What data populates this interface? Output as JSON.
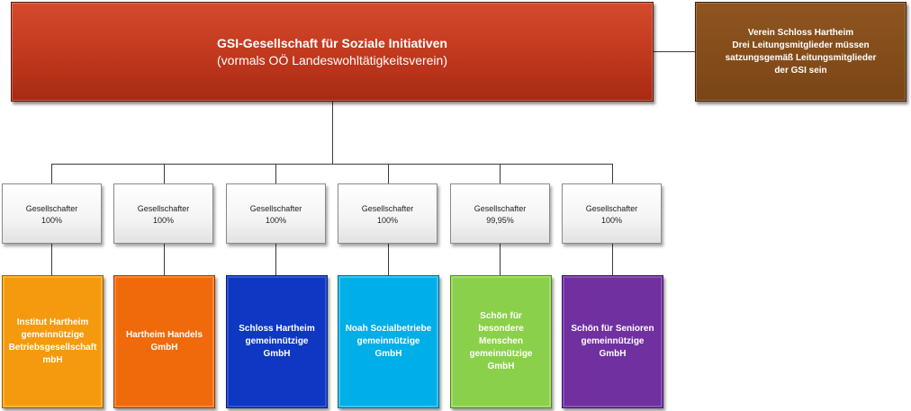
{
  "root": {
    "title": "GSI-Gesellschaft für Soziale Initiativen",
    "subtitle": "(vormals OÖ Landeswohltätigkeitsverein)"
  },
  "side_note": {
    "lines": [
      "Verein Schloss Hartheim",
      "Drei Leitungsmitglieder müssen",
      "satzungsgemäß Leitungsmitglieder",
      "der GSI sein"
    ]
  },
  "shares": [
    {
      "label": "Gesellschafter",
      "value": "100%"
    },
    {
      "label": "Gesellschafter",
      "value": "100%"
    },
    {
      "label": "Gesellschafter",
      "value": "100%"
    },
    {
      "label": "Gesellschafter",
      "value": "100%"
    },
    {
      "label": "Gesellschafter",
      "value": "99,95%"
    },
    {
      "label": "Gesellschafter",
      "value": "100%"
    }
  ],
  "companies": [
    {
      "name": "Institut Hartheim gemeinnützige Betriebsgesellschaft mbH",
      "color": "#f59a0e"
    },
    {
      "name": "Hartheim Handels GmbH",
      "color": "#f06a0c"
    },
    {
      "name": "Schloss Hartheim gemeinnützige GmbH",
      "color": "#0e37c2"
    },
    {
      "name": "Noah Sozialbetriebe gemeinnützige GmbH",
      "color": "#00aee8"
    },
    {
      "name": "Schön für besondere Menschen gemeinnützige GmbH",
      "color": "#8bd04a"
    },
    {
      "name": "Schön für Senioren gemeinnützige GmbH",
      "color": "#7030a0"
    }
  ]
}
